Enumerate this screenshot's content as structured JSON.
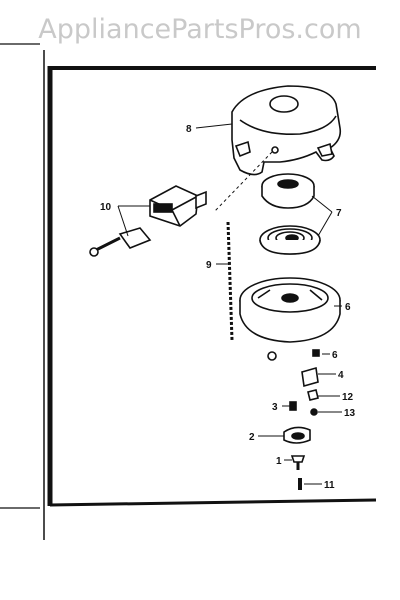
{
  "watermark": "AppliancePartsPros.com",
  "callouts": {
    "c8": "8",
    "c7": "7",
    "c10": "10",
    "c9": "9",
    "c6a": "6",
    "c6b": "6",
    "c4": "4",
    "c12": "12",
    "c3": "3",
    "c13": "13",
    "c2": "2",
    "c1": "1",
    "c11": "11"
  }
}
